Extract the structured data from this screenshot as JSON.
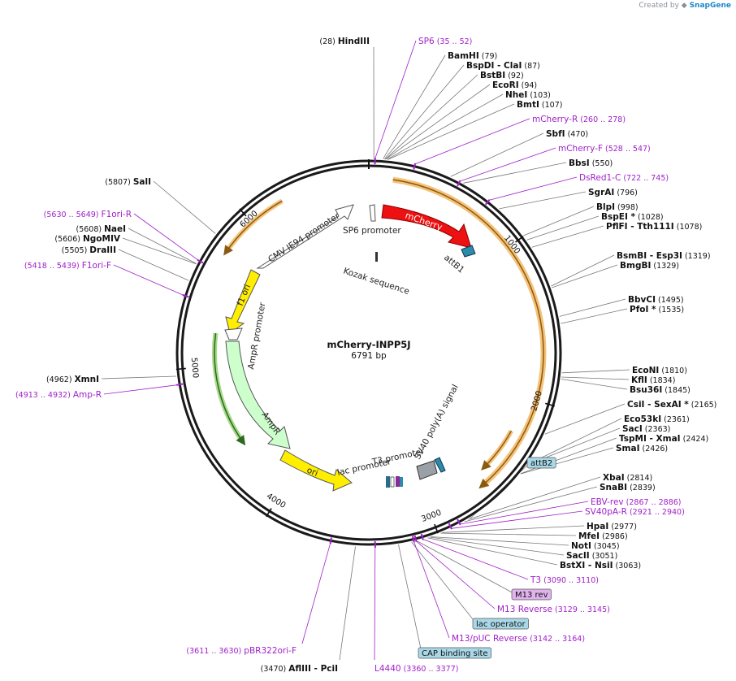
{
  "credit": {
    "prefix": "Created by",
    "brand": "SnapGene"
  },
  "plasmid": {
    "name": "mCherry-INPP5J",
    "length": "6791 bp",
    "bp": 6791
  },
  "ticks": [
    "1000",
    "2000",
    "3000",
    "4000",
    "5000",
    "6000"
  ],
  "enzymes_right": [
    {
      "name": "BamHI",
      "pos": "(79)"
    },
    {
      "name": "BspDI - ClaI",
      "pos": "(87)"
    },
    {
      "name": "BstBI",
      "pos": "(92)"
    },
    {
      "name": "EcoRI",
      "pos": "(94)"
    },
    {
      "name": "NheI",
      "pos": "(103)"
    },
    {
      "name": "BmtI",
      "pos": "(107)"
    },
    {
      "name": "SbfI",
      "pos": "(470)"
    },
    {
      "name": "BbsI",
      "pos": "(550)"
    },
    {
      "name": "SgrAI",
      "pos": "(796)"
    },
    {
      "name": "BlpI",
      "pos": "(998)"
    },
    {
      "name": "BspEI *",
      "pos": "(1028)"
    },
    {
      "name": "PflFI - Tth111I",
      "pos": "(1078)"
    },
    {
      "name": "BsmBI - Esp3I",
      "pos": "(1319)"
    },
    {
      "name": "BmgBI",
      "pos": "(1329)"
    },
    {
      "name": "BbvCI",
      "pos": "(1495)"
    },
    {
      "name": "PfoI *",
      "pos": "(1535)"
    },
    {
      "name": "EcoNI",
      "pos": "(1810)"
    },
    {
      "name": "KflI",
      "pos": "(1834)"
    },
    {
      "name": "Bsu36I",
      "pos": "(1845)"
    },
    {
      "name": "CsiI - SexAI *",
      "pos": "(2165)"
    },
    {
      "name": "Eco53kI",
      "pos": "(2361)"
    },
    {
      "name": "SacI",
      "pos": "(2363)"
    },
    {
      "name": "TspMI - XmaI",
      "pos": "(2424)"
    },
    {
      "name": "SmaI",
      "pos": "(2426)"
    },
    {
      "name": "XbaI",
      "pos": "(2814)"
    },
    {
      "name": "SnaBI",
      "pos": "(2839)"
    },
    {
      "name": "HpaI",
      "pos": "(2977)"
    },
    {
      "name": "MfeI",
      "pos": "(2986)"
    },
    {
      "name": "NotI",
      "pos": "(3045)"
    },
    {
      "name": "SacII",
      "pos": "(3051)"
    },
    {
      "name": "BstXI - NsiI",
      "pos": "(3063)"
    }
  ],
  "enzymes_left": [
    {
      "name": "SalI",
      "pos": "(5807)"
    },
    {
      "name": "NaeI",
      "pos": "(5608)"
    },
    {
      "name": "NgoMIV",
      "pos": "(5606)"
    },
    {
      "name": "DraIII",
      "pos": "(5505)"
    },
    {
      "name": "XmnI",
      "pos": "(4962)"
    }
  ],
  "enzymes_top": [
    {
      "name": "HindIII",
      "pos": "(28)"
    }
  ],
  "enzymes_bottom": [
    {
      "name": "AflIII - PciI",
      "pos": "(3470)"
    }
  ],
  "primers_right": [
    {
      "name": "SP6",
      "pos": "(35 .. 52)"
    },
    {
      "name": "mCherry-R",
      "pos": "(260 .. 278)"
    },
    {
      "name": "mCherry-F",
      "pos": "(528 .. 547)"
    },
    {
      "name": "DsRed1-C",
      "pos": "(722 .. 745)"
    },
    {
      "name": "EBV-rev",
      "pos": "(2867 .. 2886)"
    },
    {
      "name": "SV40pA-R",
      "pos": "(2921 .. 2940)"
    },
    {
      "name": "T3",
      "pos": "(3090 .. 3110)"
    },
    {
      "name": "M13 Reverse",
      "pos": "(3129 .. 3145)"
    },
    {
      "name": "M13/pUC Reverse",
      "pos": "(3142 .. 3164)"
    }
  ],
  "primers_left": [
    {
      "name": "F1ori-R",
      "pos": "(5630 .. 5649)"
    },
    {
      "name": "F1ori-F",
      "pos": "(5418 .. 5439)"
    },
    {
      "name": "Amp-R",
      "pos": "(4913 .. 4932)"
    }
  ],
  "primers_bottom": [
    {
      "name": "pBR322ori-F",
      "pos": "(3611 .. 3630)"
    },
    {
      "name": "L4440",
      "pos": "(3360 .. 3377)"
    }
  ],
  "boxed_features": {
    "attB2": "attB2",
    "m13rev": "M13 rev",
    "lacop": "lac operator",
    "cap": "CAP binding site"
  },
  "features": {
    "cmv": "CMV IE94 promoter",
    "sp6": "SP6 promoter",
    "mcherry": "mCherry",
    "attb1": "attB1",
    "kozak": "Kozak sequence",
    "f1ori": "f1 ori",
    "ampr_prom": "AmpR promoter",
    "ampr": "AmpR",
    "ori": "ori",
    "lac_prom": "lac promoter",
    "t3_prom": "T3 promoter",
    "sv40": "SV40 poly(A) signal"
  },
  "colors": {
    "mcherry": "#ee1111",
    "yellow": "#ffee00",
    "ampr": "#ccffcc",
    "orange_arc": "#f5c27a",
    "primer": "#a020c8",
    "attb": "#2a8ca8"
  }
}
